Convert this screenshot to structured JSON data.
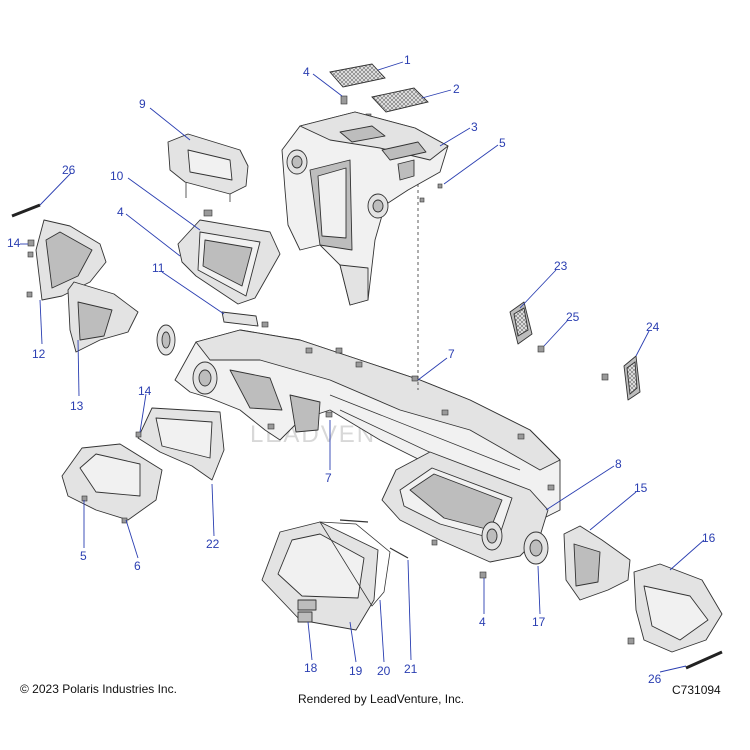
{
  "diagram": {
    "callouts": [
      {
        "label": "1"
      },
      {
        "label": "2"
      },
      {
        "label": "3"
      },
      {
        "label": "4"
      },
      {
        "label": "5"
      },
      {
        "label": "9"
      },
      {
        "label": "10"
      },
      {
        "label": "4"
      },
      {
        "label": "26"
      },
      {
        "label": "14"
      },
      {
        "label": "12"
      },
      {
        "label": "13"
      },
      {
        "label": "11"
      },
      {
        "label": "23"
      },
      {
        "label": "25"
      },
      {
        "label": "24"
      },
      {
        "label": "7"
      },
      {
        "label": "14"
      },
      {
        "label": "7"
      },
      {
        "label": "8"
      },
      {
        "label": "15"
      },
      {
        "label": "16"
      },
      {
        "label": "5"
      },
      {
        "label": "6"
      },
      {
        "label": "22"
      },
      {
        "label": "17"
      },
      {
        "label": "4"
      },
      {
        "label": "18"
      },
      {
        "label": "19"
      },
      {
        "label": "20"
      },
      {
        "label": "21"
      },
      {
        "label": "26"
      }
    ],
    "watermark": "LEADVENTURE"
  },
  "footer": {
    "copyright": "© 2023 Polaris Industries Inc.",
    "rendered_by": "Rendered by LeadVenture, Inc.",
    "diagram_id": "C731094"
  },
  "colors": {
    "callout": "#2a3eb1",
    "part_fill": "#e3e3e3",
    "outline": "#333333"
  }
}
